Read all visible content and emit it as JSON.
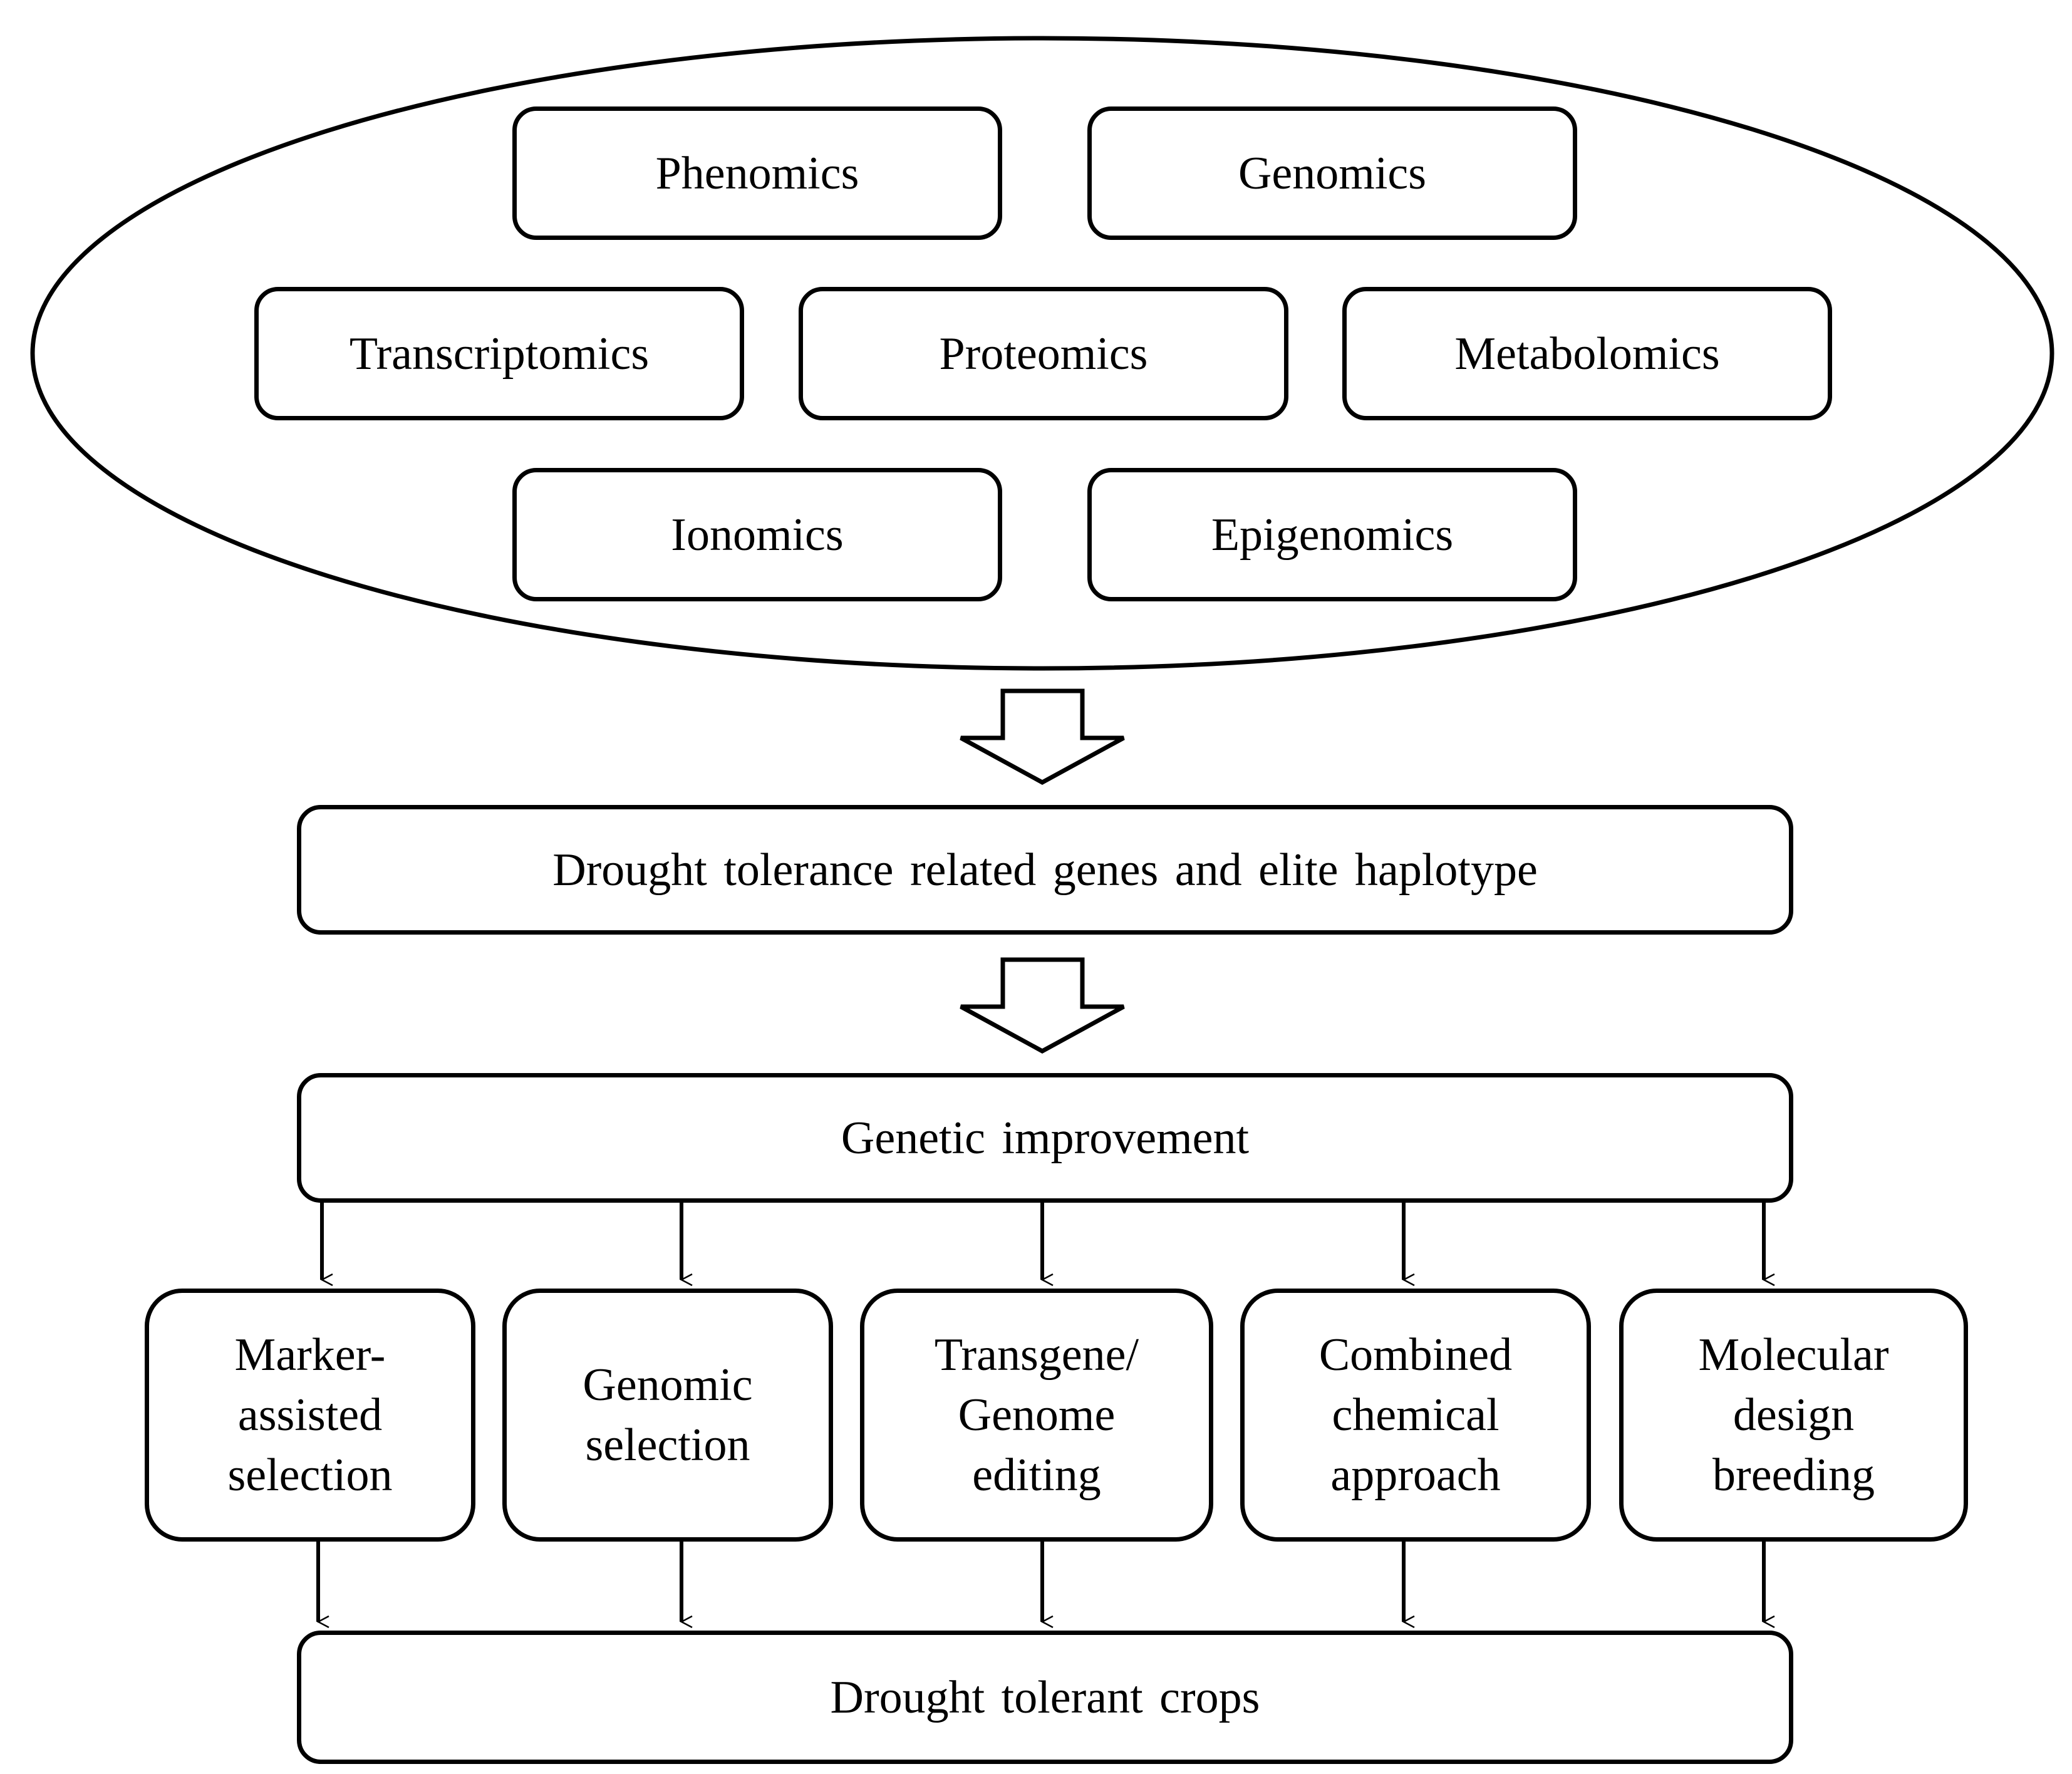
{
  "diagram": {
    "omics": {
      "phenomics": "Phenomics",
      "genomics": "Genomics",
      "transcriptomics": "Transcriptomics",
      "proteomics": "Proteomics",
      "metabolomics": "Metabolomics",
      "ionomics": "Ionomics",
      "epigenomics": "Epigenomics"
    },
    "genes_box": "Drought tolerance related genes and elite haplotype",
    "improvement_box": "Genetic improvement",
    "methods": {
      "marker_assisted": "Marker-\nassisted\nselection",
      "genomic_selection": "Genomic\nselection",
      "transgene_editing": "Transgene/\nGenome\nediting",
      "combined_chemical": "Combined\nchemical\napproach",
      "molecular_design": "Molecular\ndesign\nbreeding"
    },
    "outcome_box": "Drought tolerant crops"
  }
}
